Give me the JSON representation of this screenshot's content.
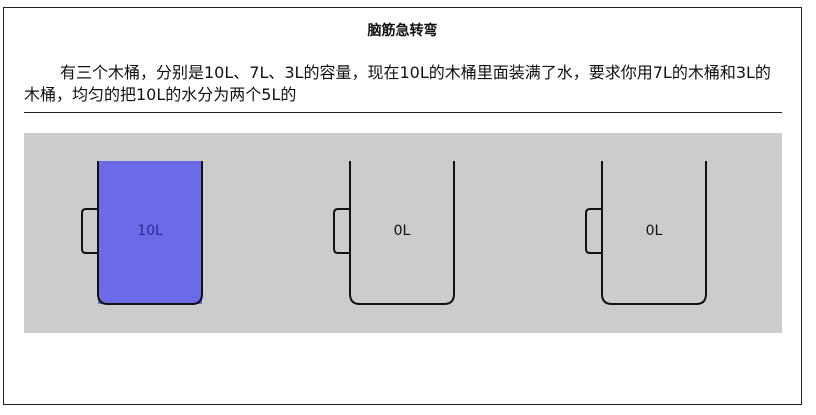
{
  "title": "脑筋急转弯",
  "description": "有三个木桶，分别是10L、7L、3L的容量，现在10L的木桶里面装满了水，要求你用7L的木桶和3L的木桶，均匀的把10L的水分为两个5L的",
  "colors": {
    "water": "#6b6be8",
    "stage": "#cccccc",
    "water_label": "#2a2a9a"
  },
  "buckets": [
    {
      "id": "bucket-10",
      "capacity": 10,
      "current": 10,
      "label": "10L"
    },
    {
      "id": "bucket-7",
      "capacity": 7,
      "current": 0,
      "label": "0L"
    },
    {
      "id": "bucket-3",
      "capacity": 3,
      "current": 0,
      "label": "0L"
    }
  ]
}
